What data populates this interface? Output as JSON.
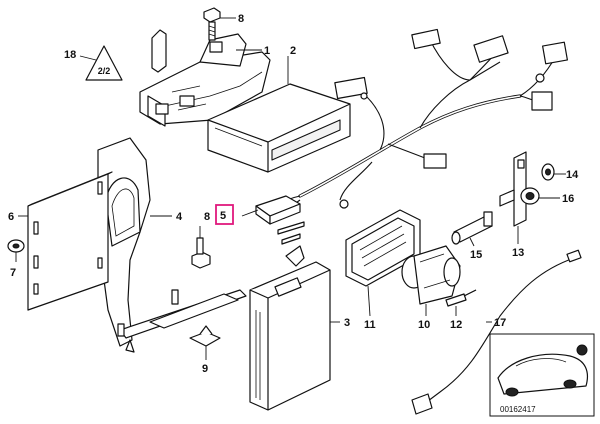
{
  "callouts": [
    {
      "id": "c1",
      "label": "1"
    },
    {
      "id": "c2",
      "label": "2"
    },
    {
      "id": "c3",
      "label": "3"
    },
    {
      "id": "c4",
      "label": "4"
    },
    {
      "id": "c5",
      "label": "5"
    },
    {
      "id": "c6",
      "label": "6"
    },
    {
      "id": "c7",
      "label": "7"
    },
    {
      "id": "c8a",
      "label": "8"
    },
    {
      "id": "c8b",
      "label": "8"
    },
    {
      "id": "c9",
      "label": "9"
    },
    {
      "id": "c10",
      "label": "10"
    },
    {
      "id": "c11",
      "label": "11"
    },
    {
      "id": "c12",
      "label": "12"
    },
    {
      "id": "c13",
      "label": "13"
    },
    {
      "id": "c14",
      "label": "14"
    },
    {
      "id": "c15",
      "label": "15"
    },
    {
      "id": "c16",
      "label": "16"
    },
    {
      "id": "c17",
      "label": "17"
    },
    {
      "id": "c18",
      "label": "18"
    }
  ],
  "highlighted_callout": "5",
  "warning_symbol_text": "2/2",
  "diagram_number": "00162417",
  "colors": {
    "line": "#111111",
    "highlight": "#e0197d",
    "background": "#ffffff"
  }
}
